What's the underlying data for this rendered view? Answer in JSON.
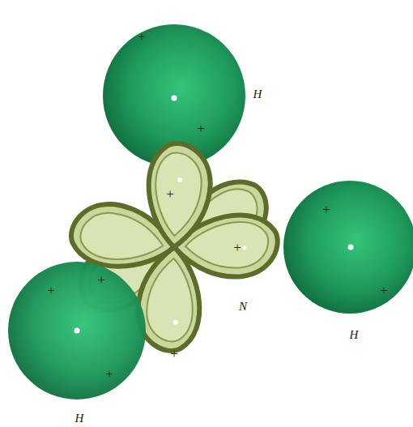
{
  "diagram": {
    "labels": [
      "H",
      "N",
      "H",
      "H",
      "+",
      "+",
      "+",
      "+",
      "+",
      "+",
      "+",
      "+",
      "+",
      "+"
    ]
  }
}
